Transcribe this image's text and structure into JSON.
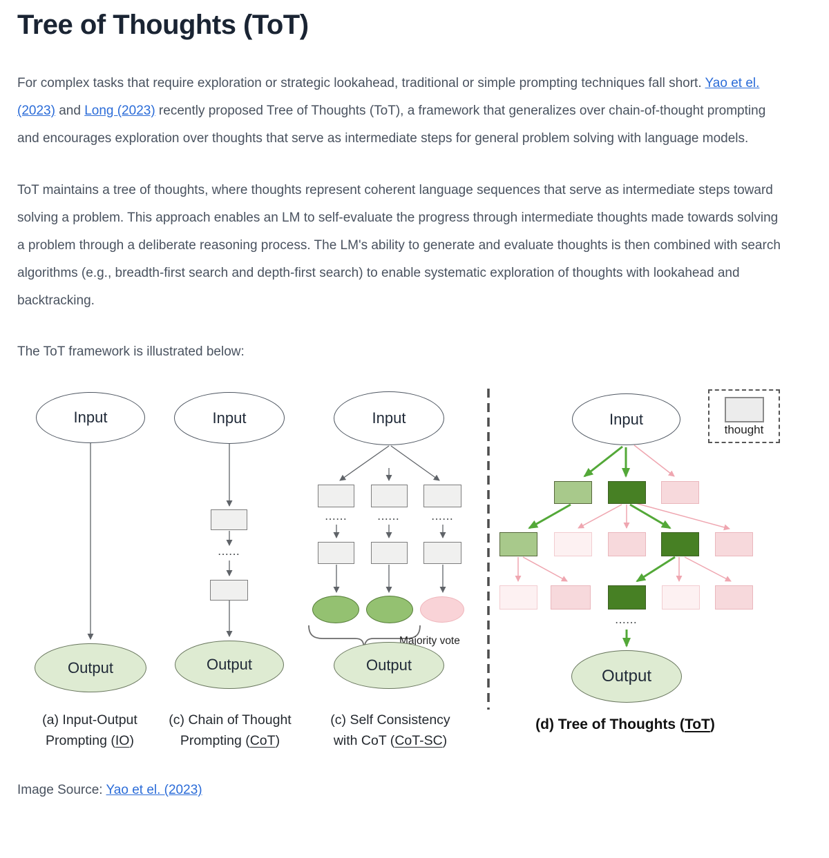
{
  "header": {
    "title": "Tree of Thoughts (ToT)"
  },
  "intro": {
    "p1_before": "For complex tasks that require exploration or strategic lookahead, traditional or simple prompting techniques fall short. ",
    "p1_link_yao": "Yao et el. (2023)",
    "p1_between": " and ",
    "p1_link_long": "Long (2023)",
    "p1_after": " recently proposed Tree of Thoughts (ToT), a framework that generalizes over chain-of-thought prompting and encourages exploration over thoughts that serve as intermediate steps for general problem solving with language models.",
    "p2": "ToT maintains a tree of thoughts, where thoughts represent coherent language sequences that serve as intermediate steps toward solving a problem. This approach enables an LM to self-evaluate the progress through intermediate thoughts made towards solving a problem through a deliberate reasoning process. The LM's ability to generate and evaluate thoughts is then combined with search algorithms (e.g., breadth-first search and depth-first search) to enable systematic exploration of thoughts with lookahead and backtracking.",
    "p3": "The ToT framework is illustrated below:"
  },
  "figure": {
    "io": {
      "input": "Input",
      "output": "Output",
      "caption_line1": "(a) Input-Output",
      "caption_line2_before": "Prompting (",
      "caption_abbr": "IO",
      "caption_line2_after": ")"
    },
    "cot": {
      "input": "Input",
      "dots": "......",
      "output": "Output",
      "caption_line1": "(c) Chain of Thought",
      "caption_line2_before": "Prompting (",
      "caption_abbr": "CoT",
      "caption_line2_after": ")"
    },
    "cotsc": {
      "input": "Input",
      "dots": "......",
      "majority_vote": "Majority vote",
      "output": "Output",
      "caption_line1": "(c) Self Consistency",
      "caption_line2_before": "with CoT (",
      "caption_abbr": "CoT-SC",
      "caption_line2_after": ")"
    },
    "tot": {
      "input": "Input",
      "dots": "......",
      "output": "Output",
      "legend_label": "thought",
      "caption_before": "(d) Tree of Thoughts (",
      "caption_abbr": "ToT",
      "caption_after": ")"
    },
    "colors": {
      "thought_gray_fill": "#f0f0ef",
      "thought_green_dark": "#478024",
      "thought_green_light": "#a8c98b",
      "thought_pink": "#f7d9dc",
      "thought_pink_pale": "#fdf1f2",
      "output_ellipse_fill": "#deebd2",
      "vote_green_ellipse": "#94c171",
      "vote_pink_ellipse": "#f9d3d7",
      "arrow_green": "#53a838",
      "arrow_pink": "#efa6b0",
      "arrow_gray": "#5f6368",
      "link_blue": "#2b6cd8"
    }
  },
  "footer": {
    "source_label": "Image Source: ",
    "source_link": "Yao et el. (2023)"
  }
}
